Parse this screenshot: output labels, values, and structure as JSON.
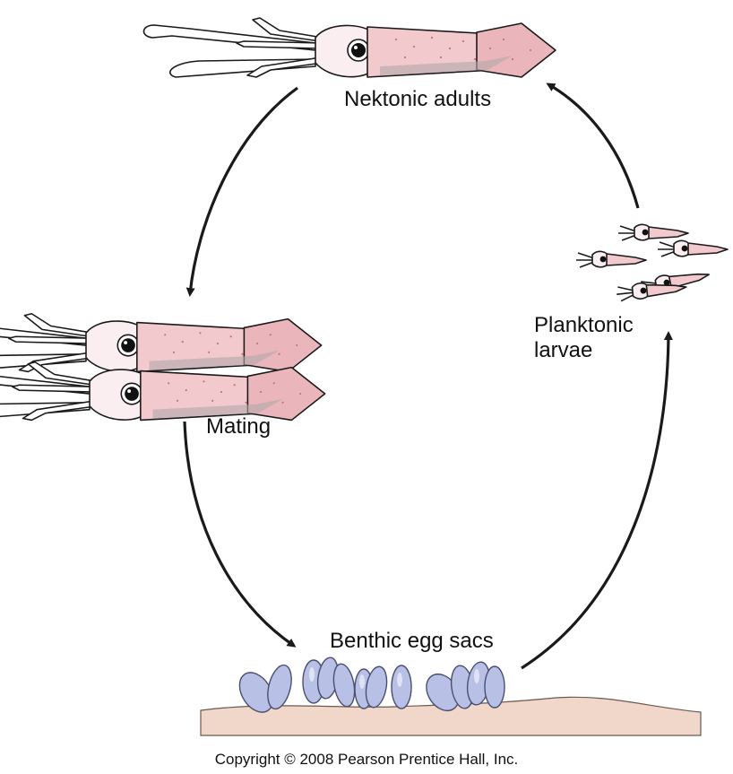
{
  "labels": {
    "nektonic_adults": "Nektonic adults",
    "mating": "Mating",
    "benthic_egg_sacs": "Benthic egg sacs",
    "planktonic_line1": "Planktonic",
    "planktonic_line2": "larvae"
  },
  "copyright": "Copyright © 2008 Pearson Prentice Hall, Inc.",
  "colors": {
    "squid_mantle": "#f2c9cd",
    "squid_fin": "#eab6bc",
    "egg_sac": "#b9c0e6",
    "seafloor": "#f1d6ca",
    "arrow": "#1a1a1a"
  }
}
